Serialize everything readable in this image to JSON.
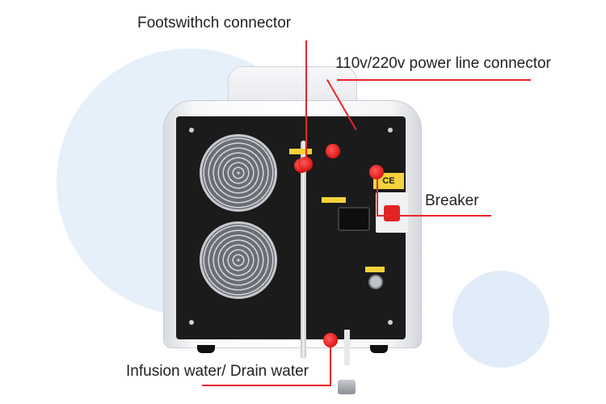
{
  "labels": {
    "footswitch": "Footswithch connector",
    "power": "110v/220v power line connector",
    "breaker": "Breaker",
    "water": "Infusion water/ Drain water"
  },
  "panel_text": {
    "ce": "CE"
  },
  "colors": {
    "callout_line": "#e8262a",
    "panel": "#1b1b1c",
    "background_circle": "#e6f0fb"
  }
}
